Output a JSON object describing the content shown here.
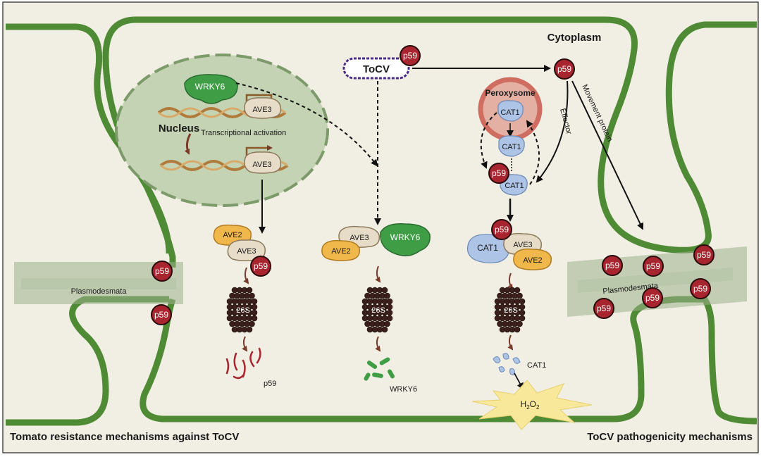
{
  "labels": {
    "cytoplasm": "Cytoplasm",
    "nucleus": "Nucleus",
    "wrky6": "WRKY6",
    "ave3": "AVE3",
    "ave2": "AVE2",
    "transcriptional_activation": "Transcriptional activation",
    "tocv": "ToCV",
    "p59": "p59",
    "peroxysome": "Peroxysome",
    "cat1": "CAT1",
    "effector": "Effector",
    "movement_protein": "Movement protein",
    "plasmodesmata": "Plasmodesmata",
    "proteasome": "26S",
    "h2o2_main": "H",
    "h2o2_sub1": "2",
    "h2o2_mid": "O",
    "h2o2_sub2": "2",
    "footer_left": "Tomato resistance mechanisms against ToCV",
    "footer_right": "ToCV pathogenicity mechanisms"
  },
  "colors": {
    "cell_wall": "#4f8a35",
    "cytoplasm": "#f1efe4",
    "nucleus_fill": "#c4d3b3",
    "p59_red": "#a8252f",
    "wrky6_green": "#3f9d46",
    "ave_fill": "#e6dcc8",
    "ave2_fill": "#f0b84a",
    "cat1_blue": "#aec4e6",
    "peroxysome_red": "#cf6d60",
    "plasmodesmata": "#9db08c",
    "tocv_purple": "#4a2c85",
    "h2o2_yellow": "#f8e89a"
  }
}
